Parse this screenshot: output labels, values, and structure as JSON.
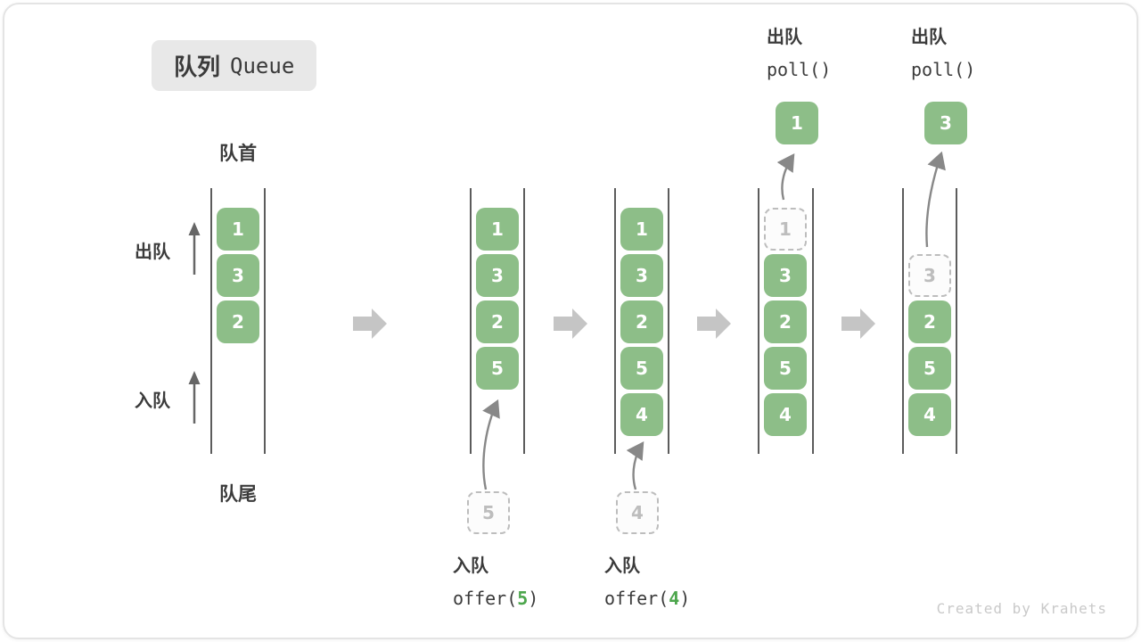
{
  "title": {
    "chinese": "队列",
    "english": "Queue"
  },
  "labels": {
    "queue_front": "队首",
    "queue_rear": "队尾",
    "dequeue": "出队",
    "enqueue": "入队"
  },
  "operations": {
    "enqueue5": {
      "label": "入队",
      "code_prefix": "offer(",
      "arg": "5",
      "code_suffix": ")"
    },
    "enqueue4": {
      "label": "入队",
      "code_prefix": "offer(",
      "arg": "4",
      "code_suffix": ")"
    },
    "dequeue1": {
      "label": "出队",
      "code": "poll()"
    },
    "dequeue2": {
      "label": "出队",
      "code": "poll()"
    }
  },
  "states": [
    {
      "boxes": [
        "1",
        "3",
        "2"
      ]
    },
    {
      "boxes": [
        "1",
        "3",
        "2",
        "5"
      ],
      "incoming": "5"
    },
    {
      "boxes": [
        "1",
        "3",
        "2",
        "5",
        "4"
      ],
      "incoming": "4"
    },
    {
      "boxes": [
        "3",
        "2",
        "5",
        "4"
      ],
      "removed": "1",
      "outgoing": "1"
    },
    {
      "boxes": [
        "2",
        "5",
        "4"
      ],
      "removed": "3",
      "outgoing": "3"
    }
  ],
  "colors": {
    "box_green": "#8dbe88",
    "code_green": "#4ca64c",
    "text_dark": "#3b3b3b",
    "dashed_gray": "#bdbdbd",
    "block_arrow_gray": "#c5c5c5",
    "wall_line_gray": "#4a4a4a",
    "curved_arrow_gray": "#888888",
    "title_bg": "#e8e8e8"
  },
  "watermark": "Created by Krahets"
}
